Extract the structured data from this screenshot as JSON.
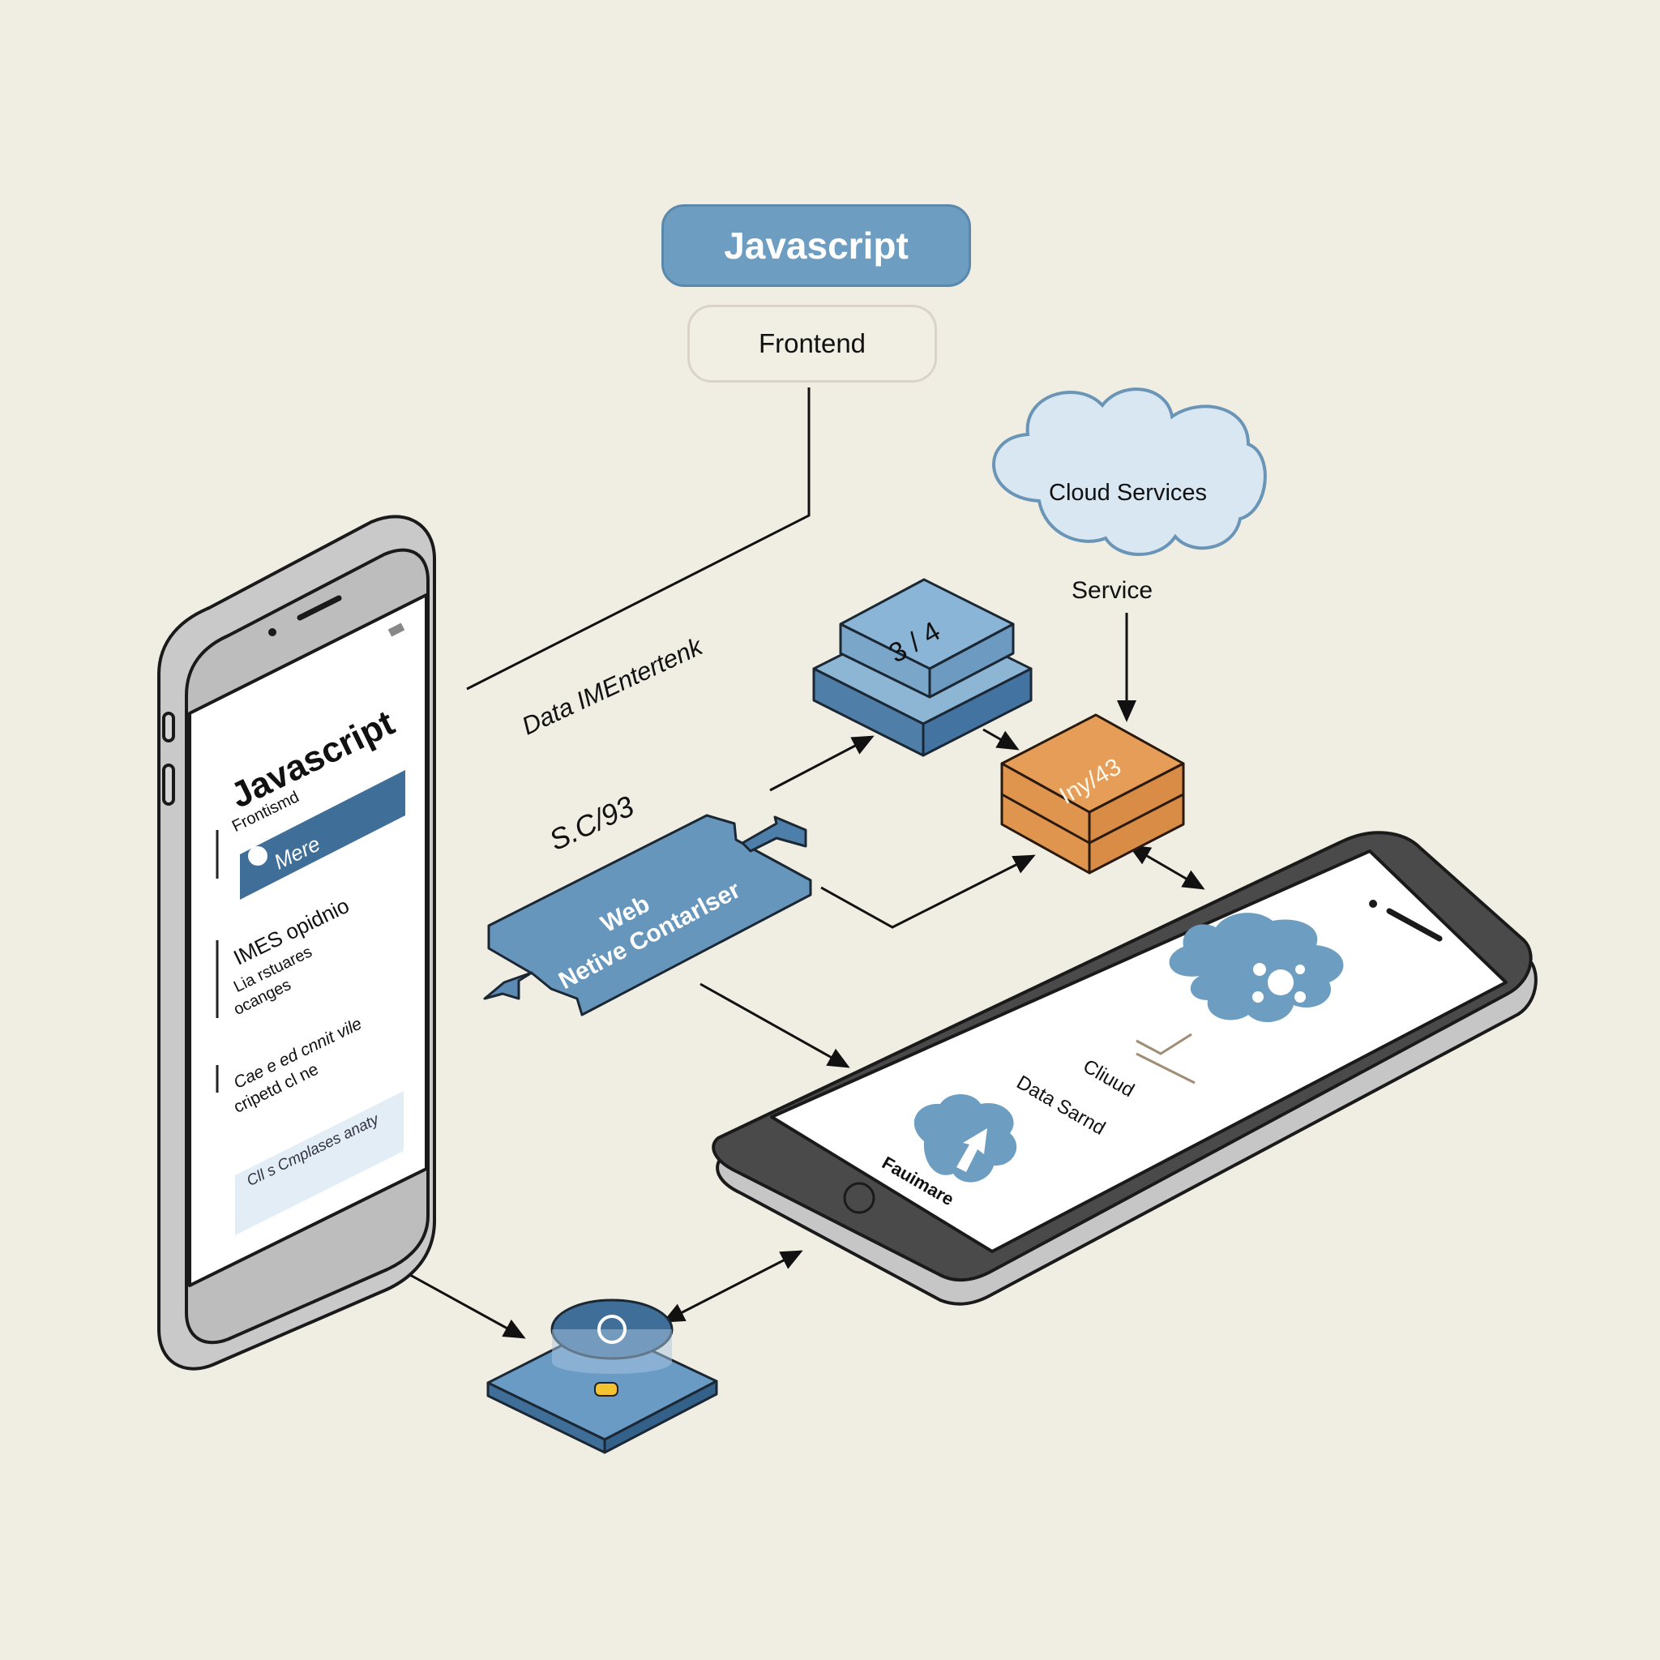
{
  "header": {
    "title": "Javascript",
    "subtitle": "Frontend"
  },
  "labels": {
    "data_link": "Data IMEntertenk",
    "sc_label": "S.C/93",
    "service": "Service",
    "cloud_services": "Cloud Services"
  },
  "blocks": {
    "blue_stack": "3 / 4",
    "orange_stack": "Iny/43",
    "bridge_line1": "Web",
    "bridge_line2": "Netive Contarlser"
  },
  "left_phone": {
    "title": "Javascript",
    "subtitle": "Frontismd",
    "menu_button": "Mere",
    "section_heading": "IMES opidnio",
    "section_line1": "Lia rstuares",
    "section_line2": "ocanges",
    "note_line1": "Cae e ed cnnit vile",
    "note_line2": "cripetd cl ne",
    "footer_box": "Cll s Cmplases anaty"
  },
  "right_phone": {
    "cloud_label": "Cliuud",
    "data_label": "Data Sarnd",
    "upload_label": "Fauimare"
  },
  "colors": {
    "background": "#f0ede2",
    "accent_blue": "#6d9ec2",
    "dark_blue": "#3f6f99",
    "orange": "#e3974f",
    "cloud_fill": "#d8e7f1",
    "phone_silver": "#c9c9c9",
    "bezel_dark": "#4a4a4a"
  }
}
